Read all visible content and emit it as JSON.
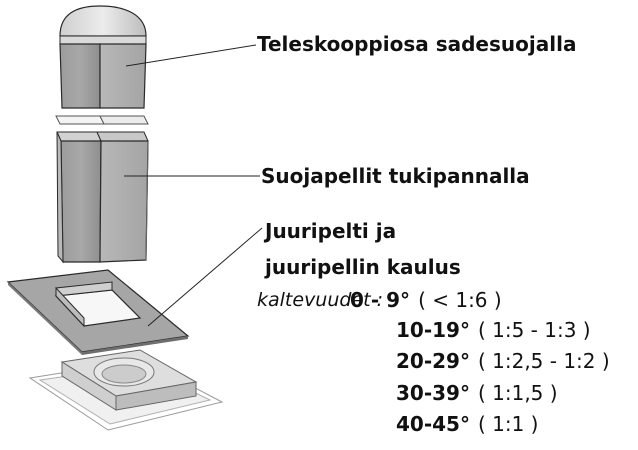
{
  "labels": {
    "telescope": "Teleskooppiosa sadesuojalla",
    "casing": "Suojapellit tukipannalla",
    "base_line1": "Juuripelti ja",
    "base_line2": "juuripellin kaulus"
  },
  "slopes": {
    "intro": "kaltevuudet :",
    "rows": [
      {
        "deg": "0 - 9°",
        "ratio": "( < 1:6 )"
      },
      {
        "deg": "10-19°",
        "ratio": "( 1:5 - 1:3 )"
      },
      {
        "deg": "20-29°",
        "ratio": "( 1:2,5 - 1:2 )"
      },
      {
        "deg": "30-39°",
        "ratio": "( 1:1,5 )"
      },
      {
        "deg": "40-45°",
        "ratio": "( 1:1 )"
      }
    ]
  },
  "colors": {
    "metal_light": "#b4b4b4",
    "metal_mid": "#9a9a9a",
    "metal_dark": "#6e6e6e",
    "outline": "#2a2a2a"
  }
}
